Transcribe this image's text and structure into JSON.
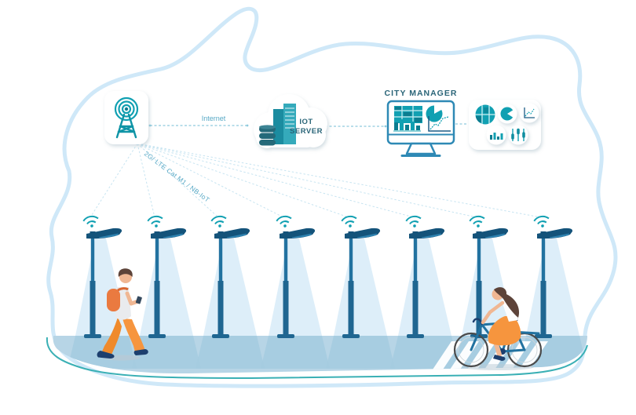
{
  "diagram": {
    "links": {
      "internet_label": "Internet",
      "radio_label": "2G/ LTE Cat M1 / NB-IoT"
    },
    "nodes": {
      "cell_tower": {
        "icon": "cell-tower-icon"
      },
      "iot_server": {
        "line1": "IOT",
        "line2": "SERVER",
        "icon": "server-rack-icon"
      },
      "city_manager": {
        "label": "CITY MANAGER",
        "screen_widgets": [
          "map-chart",
          "pie-chart",
          "bar-chart",
          "line-chart"
        ]
      },
      "dashboard": {
        "icons": [
          "map-icon",
          "pie-chart-icon",
          "line-chart-icon",
          "bar-chart-icon",
          "sliders-icon"
        ]
      }
    },
    "street": {
      "streetlight_count": 8,
      "streetlight_features": [
        "wifi-icon",
        "light-cone"
      ],
      "pedestrian": "man-walking-with-phone",
      "cyclist": "woman-on-bicycle",
      "crosswalk": true
    },
    "colors": {
      "teal": "#11a0b2",
      "dark_teal": "#0c7d90",
      "text_dark": "#2a6578",
      "label_blue": "#58a9c6",
      "pole_blue": "#2272a0",
      "pole_dark": "#1f6691",
      "lamp_head": "#14537a",
      "ground": "#b7d5e6",
      "ground_cone": "#a5cbdf",
      "light_cone": "#d9ecf8",
      "border_blue": "#cfe8f8",
      "ground_outline": "#3ab0b5",
      "accent_orange": "#f6953e"
    }
  }
}
